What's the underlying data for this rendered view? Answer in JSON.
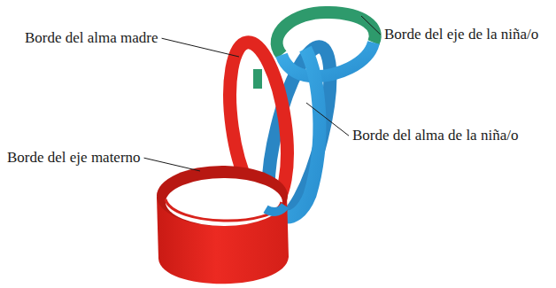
{
  "diagram": {
    "labels": [
      "Borde del alma madre",
      "Borde del eje de la niña/o",
      "Borde del alma de la niña/o",
      "Borde del eje materno"
    ]
  }
}
